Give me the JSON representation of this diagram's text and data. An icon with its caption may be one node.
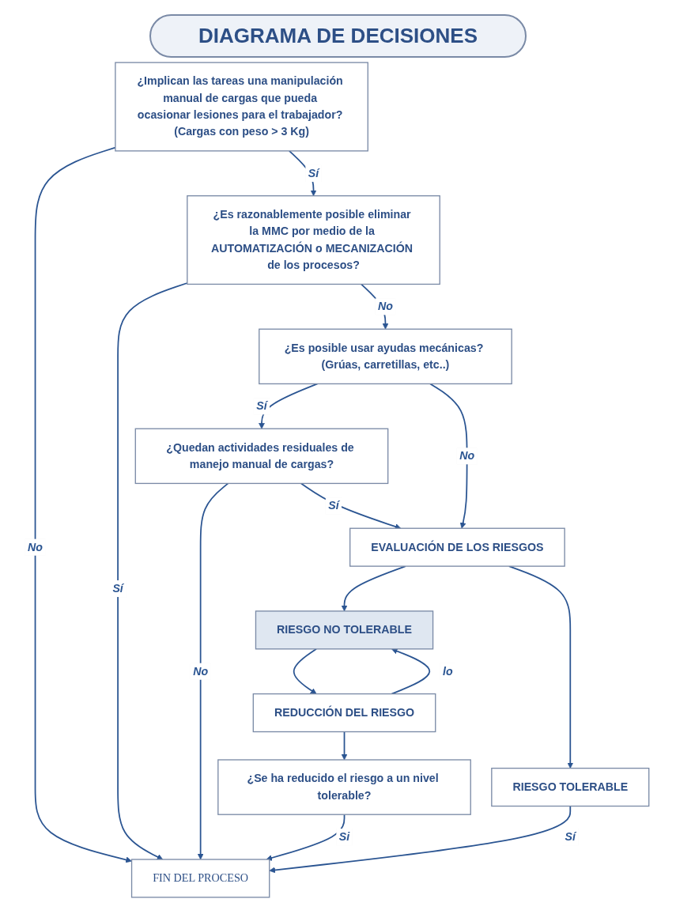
{
  "diagram": {
    "title": "DIAGRAMA DE DECISIONES",
    "nodes": [
      {
        "text": [
          "¿Implican las tareas una manipulación manual de cargas que pueda ocasionar lesiones para el trabajador? (Cargas con peso > 3 Kg)"
        ]
      },
      {
        "text": [
          "¿Es razonablemente posible eliminar la MMC por medio de la AUTOMATIZACIÓN o MECANIZACIÓN de los procesos?"
        ]
      },
      {
        "text": [
          "¿Es posible usar ayudas mecánicas? (Grúas, carretillas, etc..)"
        ]
      },
      {
        "text": [
          "¿Quedan actividades residuales de manejo manual de cargas?"
        ]
      },
      {
        "text": [
          "EVALUACIÓN DE LOS RIESGOS"
        ]
      },
      {
        "text": [
          "RIESGO NO TOLERABLE"
        ]
      },
      {
        "text": [
          "RIESGO TOLERABLE"
        ]
      },
      {
        "text": [
          "REDUCCIÓN DEL RIESGO"
        ]
      },
      {
        "text": [
          "¿Se ha reducido el riesgo a un nivel tolerable?"
        ]
      },
      {
        "text": [
          "FIN DEL PROCESO"
        ]
      }
    ],
    "edges": [
      {
        "from": 0,
        "to": 9,
        "arrow": "to",
        "label": "No"
      },
      {
        "from": 0,
        "to": 1,
        "arrow": "to",
        "label": "Sí"
      },
      {
        "from": 1,
        "to": 9,
        "arrow": "to",
        "label": "Sí"
      },
      {
        "from": 1,
        "to": 2,
        "arrow": "to",
        "label": "No"
      },
      {
        "from": 2,
        "to": 3,
        "arrow": "to",
        "label": "Sí"
      },
      {
        "from": 2,
        "to": 4,
        "arrow": "to",
        "label": "No"
      },
      {
        "from": 3,
        "to": 9,
        "arrow": "to",
        "label": "No"
      },
      {
        "from": 3,
        "to": 4,
        "arrow": "to",
        "label": "Sí"
      },
      {
        "from": 4,
        "to": 5,
        "arrow": "to"
      },
      {
        "from": 4,
        "to": 6,
        "arrow": "to"
      },
      {
        "from": 6,
        "to": 9,
        "arrow": "to",
        "label": "Sí"
      },
      {
        "from": 5,
        "to": 7,
        "arrow": "to"
      },
      {
        "from": 7,
        "to": 5,
        "arrow": "to",
        "label": "lo"
      },
      {
        "from": 7,
        "to": 8,
        "arrow": "to"
      },
      {
        "from": 8,
        "to": 9,
        "arrow": "to",
        "label": "Si"
      }
    ]
  }
}
